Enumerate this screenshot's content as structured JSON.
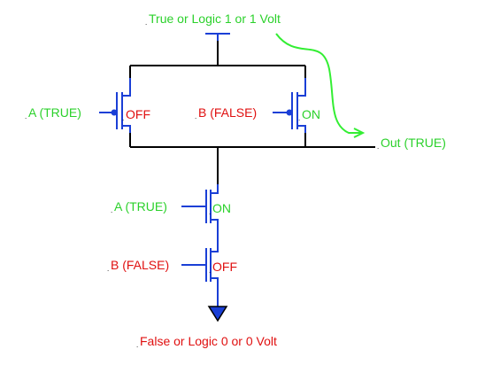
{
  "labels": {
    "vdd": "True or Logic 1 or 1 Volt",
    "gnd": "False or Logic 0 or 0 Volt",
    "out": "Out (TRUE)",
    "pmos_a": {
      "input": "A (TRUE)",
      "state": "OFF"
    },
    "pmos_b": {
      "input": "B (FALSE)",
      "state": "ON"
    },
    "nmos_a": {
      "input": "A (TRUE)",
      "state": "ON"
    },
    "nmos_b": {
      "input": "B (FALSE)",
      "state": "OFF"
    }
  },
  "colors": {
    "wire": "#000000",
    "transistor": "#1a3fd6",
    "true": "#2bd12b",
    "false": "#e01010",
    "arrow": "#33ee33"
  }
}
